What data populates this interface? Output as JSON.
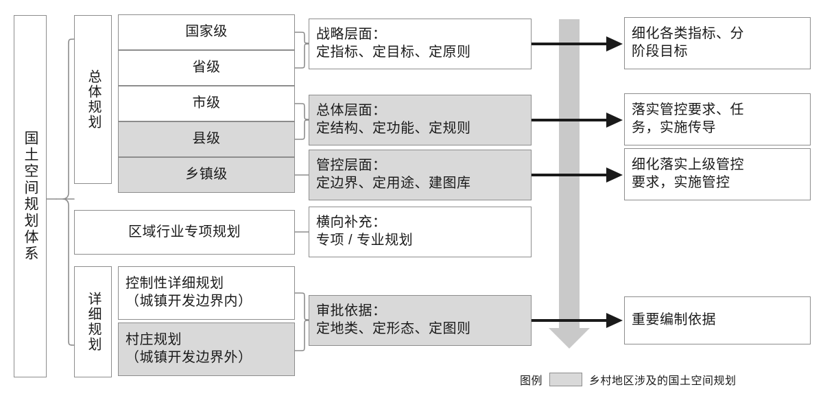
{
  "diagram": {
    "title_box": {
      "label": "国土空间规划体系"
    },
    "groups": [
      {
        "name": "overall-plan",
        "label": "总体规划"
      },
      {
        "name": "detailed-plan",
        "label": "详细规划"
      }
    ],
    "levels": [
      {
        "name": "national",
        "label": "国家级",
        "shaded": false
      },
      {
        "name": "provincial",
        "label": "省级",
        "shaded": false
      },
      {
        "name": "municipal",
        "label": "市级",
        "shaded": false
      },
      {
        "name": "county",
        "label": "县级",
        "shaded": true
      },
      {
        "name": "township",
        "label": "乡镇级",
        "shaded": true
      }
    ],
    "special_plan": {
      "label": "区域行业专项规划",
      "shaded": false
    },
    "detailed_items": [
      {
        "name": "regulatory-detailed-plan",
        "label": "控制性详细规划\n（城镇开发边界内）",
        "shaded": false
      },
      {
        "name": "village-plan",
        "label": "村庄规划\n（城镇开发边界外）",
        "shaded": true
      }
    ],
    "layers": [
      {
        "name": "strategic-layer",
        "label": "战略层面：\n定指标、定目标、定原则",
        "shaded": false
      },
      {
        "name": "overall-layer",
        "label": "总体层面：\n定结构、定功能、定规则",
        "shaded": true
      },
      {
        "name": "control-layer",
        "label": "管控层面：\n定边界、定用途、建图库",
        "shaded": true
      },
      {
        "name": "horizontal-supplement",
        "label": "横向补充：\n专项 / 专业规划",
        "shaded": false
      },
      {
        "name": "approval-basis",
        "label": "审批依据：\n定地类、定形态、定图则",
        "shaded": true
      }
    ],
    "outcomes": [
      {
        "name": "refine-indicators",
        "label": "细化各类指标、分\n阶段目标"
      },
      {
        "name": "implement-control",
        "label": "落实管控要求、任\n务，实施传导"
      },
      {
        "name": "refine-upper-control",
        "label": "细化落实上级管控\n要求，实施管控"
      },
      {
        "name": "important-basis",
        "label": "重要编制依据"
      }
    ],
    "flow_arrow": {
      "name": "downward-transmission-arrow",
      "color": "#c9c9c9"
    },
    "legend": {
      "label": "图例",
      "swatch_color": "#d9d9d9",
      "description": "乡村地区涉及的国土空间规划"
    },
    "colors": {
      "border": "#8c8c8c",
      "shaded_fill": "#d9d9d9",
      "text": "#1a1a1a",
      "connector": "#8c8c8c",
      "arrow": "#1a1a1a"
    }
  }
}
